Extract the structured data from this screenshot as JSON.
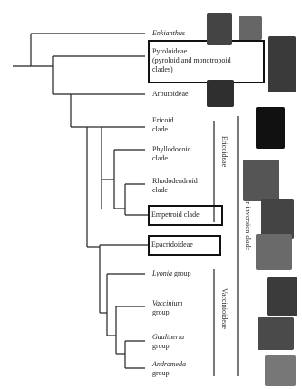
{
  "taxa": {
    "enkianthus": "Enkianthus",
    "pyroloideae_1": "Pyroloideae",
    "pyroloideae_2": "(pyroloid and monotropoid",
    "pyroloideae_3": "clades)",
    "arbutoideae": "Arbutoideae",
    "ericoid_1": "Ericoid",
    "ericoid_2": "clade",
    "phyllodocoid_1": "Phyllodocoid",
    "phyllodocoid_2": "clade",
    "rhododendroid_1": "Rhododendroid",
    "rhododendroid_2": "clade",
    "empetroid": "Empetroid clade",
    "epacridoideae": "Epacridoideae",
    "lyonia_1": "Lyonia",
    "lyonia_2": " group",
    "vaccinium_1": "Vaccinium",
    "vaccinium_2": "group",
    "gaultheria_1": "Gaultheria",
    "gaultheria_2": "group",
    "andromeda_1": "Andromeda",
    "andromeda_2": "group"
  },
  "brackets": {
    "ericoideae": "Ericoideae",
    "vaccinioideae": "Vaccinioideae",
    "early_anther_inversion": "Early-anther-inversion clade"
  },
  "colors": {
    "line": "#222222",
    "box_border": "#111111",
    "photo": "#555555"
  }
}
